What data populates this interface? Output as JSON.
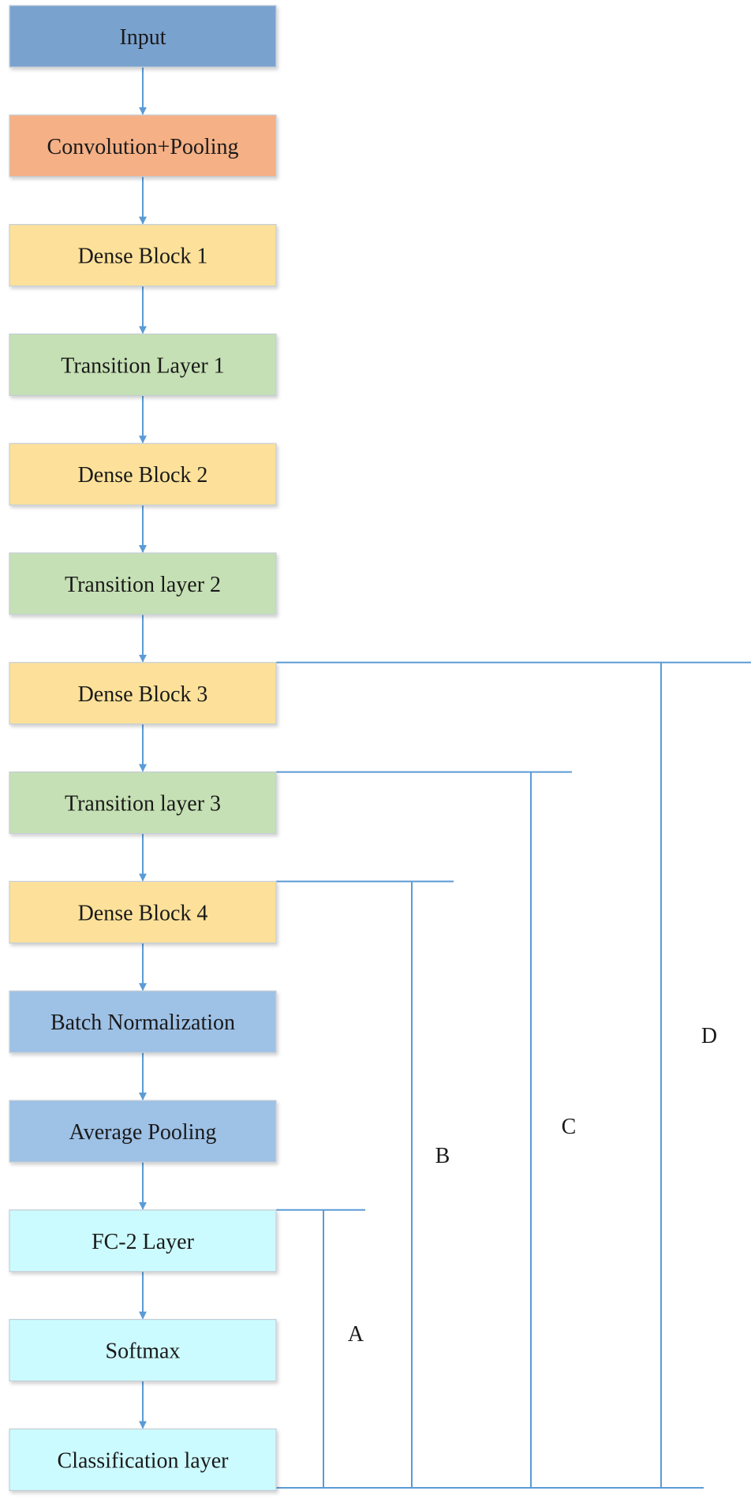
{
  "colors": {
    "input": "#7aa2cf",
    "conv": "#f5b085",
    "dense": "#fde19a",
    "transition": "#c5e0b4",
    "norm": "#9ec1e6",
    "head": "#ccfbff",
    "connector": "#5b9bd5"
  },
  "nodes": [
    {
      "id": "input",
      "label": "Input",
      "kind": "input"
    },
    {
      "id": "conv-pool",
      "label": "Convolution+Pooling",
      "kind": "conv"
    },
    {
      "id": "dense-block-1",
      "label": "Dense Block 1",
      "kind": "dense"
    },
    {
      "id": "transition-layer-1",
      "label": "Transition Layer 1",
      "kind": "transition"
    },
    {
      "id": "dense-block-2",
      "label": "Dense Block 2",
      "kind": "dense"
    },
    {
      "id": "transition-layer-2",
      "label": "Transition layer 2",
      "kind": "transition"
    },
    {
      "id": "dense-block-3",
      "label": "Dense Block 3",
      "kind": "dense"
    },
    {
      "id": "transition-layer-3",
      "label": "Transition layer 3",
      "kind": "transition"
    },
    {
      "id": "dense-block-4",
      "label": "Dense Block 4",
      "kind": "dense"
    },
    {
      "id": "batch-normalization",
      "label": "Batch Normalization",
      "kind": "norm"
    },
    {
      "id": "average-pooling",
      "label": "Average Pooling",
      "kind": "norm"
    },
    {
      "id": "fc-2-layer",
      "label": "FC-2 Layer",
      "kind": "head"
    },
    {
      "id": "softmax",
      "label": "Softmax",
      "kind": "head"
    },
    {
      "id": "classification-layer",
      "label": "Classification layer",
      "kind": "head"
    }
  ],
  "brackets": [
    {
      "label": "A",
      "from": "fc-2-layer"
    },
    {
      "label": "B",
      "from": "dense-block-4"
    },
    {
      "label": "C",
      "from": "transition-layer-3"
    },
    {
      "label": "D",
      "from": "dense-block-3"
    }
  ]
}
